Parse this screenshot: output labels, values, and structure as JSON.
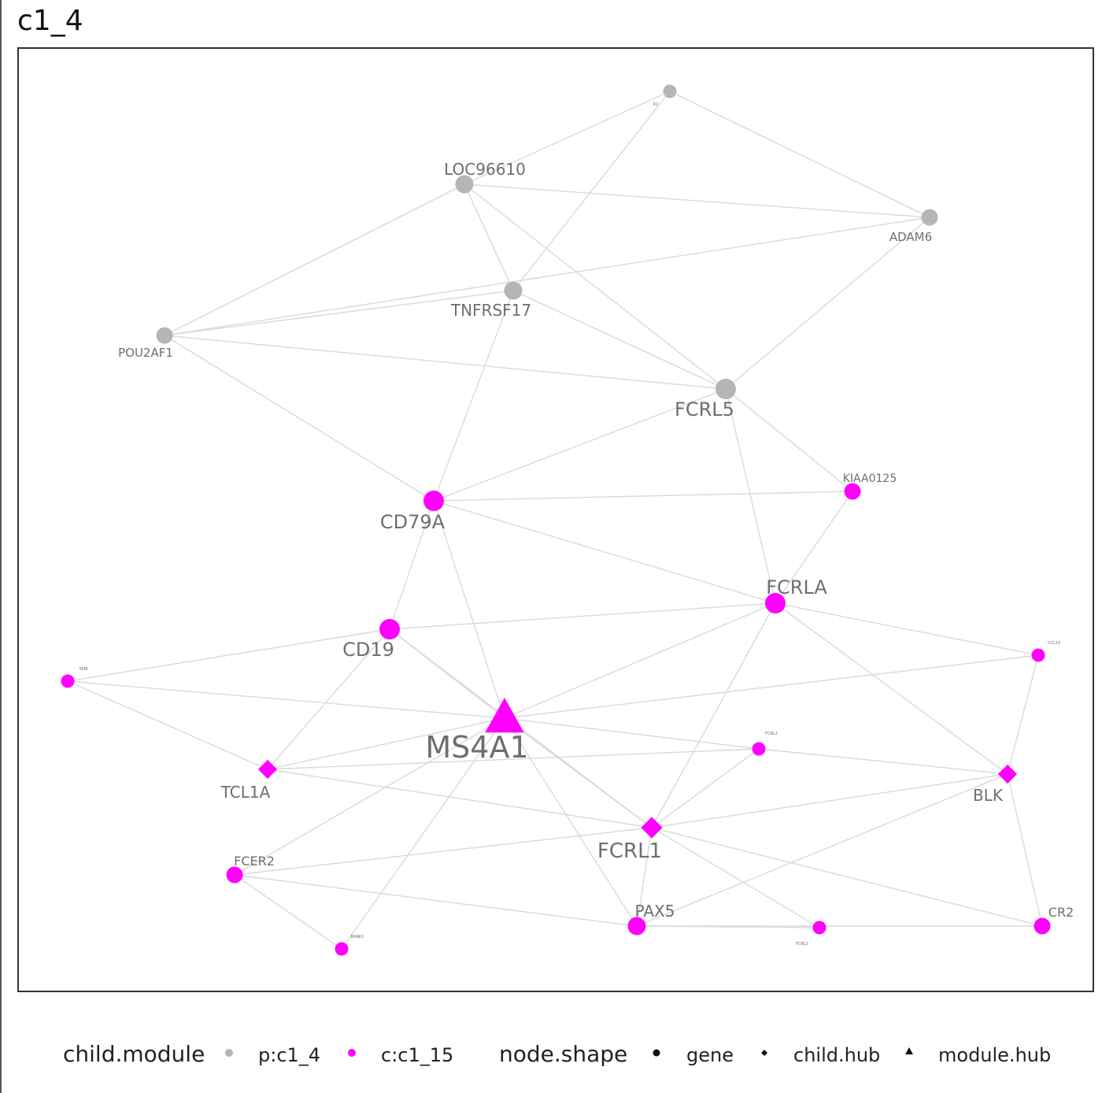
{
  "title": "c1_4",
  "colors": {
    "parent": "#b5b5b5",
    "child": "#ff00ff",
    "edge": "#d9d9d9",
    "label": "#6e6e6e",
    "panel_border": "#333333"
  },
  "nodes": [
    {
      "id": "n_top",
      "label": "R2",
      "module": "p:c1_4",
      "shape": "gene",
      "size": "tiny"
    },
    {
      "id": "LOC96610",
      "label": "LOC96610",
      "module": "p:c1_4",
      "shape": "gene",
      "size": "medium"
    },
    {
      "id": "ADAM6",
      "label": "ADAM6",
      "module": "p:c1_4",
      "shape": "gene",
      "size": "small"
    },
    {
      "id": "TNFRSF17",
      "label": "TNFRSF17",
      "module": "p:c1_4",
      "shape": "gene",
      "size": "medium"
    },
    {
      "id": "POU2AF1",
      "label": "POU2AF1",
      "module": "p:c1_4",
      "shape": "gene",
      "size": "small"
    },
    {
      "id": "FCRL5",
      "label": "FCRL5",
      "module": "p:c1_4",
      "shape": "gene",
      "size": "large"
    },
    {
      "id": "KIAA0125",
      "label": "KIAA0125",
      "module": "c:c1_15",
      "shape": "gene",
      "size": "small"
    },
    {
      "id": "CD79A",
      "label": "CD79A",
      "module": "c:c1_15",
      "shape": "gene",
      "size": "large"
    },
    {
      "id": "FCRLA",
      "label": "FCRLA",
      "module": "c:c1_15",
      "shape": "gene",
      "size": "large"
    },
    {
      "id": "CD19",
      "label": "CD19",
      "module": "c:c1_15",
      "shape": "gene",
      "size": "large"
    },
    {
      "id": "n_left",
      "label": "SPIB",
      "module": "c:c1_15",
      "shape": "gene",
      "size": "tiny"
    },
    {
      "id": "n_right",
      "label": "CCL19",
      "module": "c:c1_15",
      "shape": "gene",
      "size": "tiny"
    },
    {
      "id": "MS4A1",
      "label": "MS4A1",
      "module": "c:c1_15",
      "shape": "module.hub",
      "size": "xlarge"
    },
    {
      "id": "n_mid",
      "label": "FCRL2",
      "module": "c:c1_15",
      "shape": "gene",
      "size": "tiny"
    },
    {
      "id": "TCL1A",
      "label": "TCL1A",
      "module": "c:c1_15",
      "shape": "child.hub",
      "size": "medium"
    },
    {
      "id": "BLK",
      "label": "BLK",
      "module": "c:c1_15",
      "shape": "child.hub",
      "size": "medium"
    },
    {
      "id": "FCRL1",
      "label": "FCRL1",
      "module": "c:c1_15",
      "shape": "child.hub",
      "size": "large"
    },
    {
      "id": "FCER2",
      "label": "FCER2",
      "module": "c:c1_15",
      "shape": "gene",
      "size": "small"
    },
    {
      "id": "PAX5",
      "label": "PAX5",
      "module": "c:c1_15",
      "shape": "gene",
      "size": "medium"
    },
    {
      "id": "n_bot1",
      "label": "BANK1",
      "module": "c:c1_15",
      "shape": "gene",
      "size": "tiny"
    },
    {
      "id": "n_bot2",
      "label": "FCRL3",
      "module": "c:c1_15",
      "shape": "gene",
      "size": "tiny"
    },
    {
      "id": "CR2",
      "label": "CR2",
      "module": "c:c1_15",
      "shape": "gene",
      "size": "small"
    }
  ],
  "edges": [
    [
      "n_top",
      "LOC96610"
    ],
    [
      "n_top",
      "ADAM6"
    ],
    [
      "n_top",
      "TNFRSF17"
    ],
    [
      "LOC96610",
      "ADAM6"
    ],
    [
      "LOC96610",
      "TNFRSF17"
    ],
    [
      "LOC96610",
      "POU2AF1"
    ],
    [
      "LOC96610",
      "FCRL5"
    ],
    [
      "ADAM6",
      "POU2AF1"
    ],
    [
      "ADAM6",
      "FCRL5"
    ],
    [
      "TNFRSF17",
      "POU2AF1"
    ],
    [
      "TNFRSF17",
      "FCRL5"
    ],
    [
      "TNFRSF17",
      "CD79A"
    ],
    [
      "POU2AF1",
      "FCRL5"
    ],
    [
      "POU2AF1",
      "CD79A"
    ],
    [
      "FCRL5",
      "CD79A"
    ],
    [
      "FCRL5",
      "KIAA0125"
    ],
    [
      "FCRL5",
      "FCRLA"
    ],
    [
      "CD79A",
      "KIAA0125"
    ],
    [
      "CD79A",
      "FCRLA"
    ],
    [
      "CD79A",
      "CD19"
    ],
    [
      "CD79A",
      "MS4A1"
    ],
    [
      "KIAA0125",
      "FCRLA"
    ],
    [
      "FCRLA",
      "CD19"
    ],
    [
      "FCRLA",
      "MS4A1"
    ],
    [
      "FCRLA",
      "BLK"
    ],
    [
      "FCRLA",
      "FCRL1"
    ],
    [
      "FCRLA",
      "n_right"
    ],
    [
      "CD19",
      "n_left"
    ],
    [
      "CD19",
      "MS4A1"
    ],
    [
      "CD19",
      "TCL1A"
    ],
    [
      "CD19",
      "FCRL1"
    ],
    [
      "n_left",
      "MS4A1"
    ],
    [
      "n_left",
      "TCL1A"
    ],
    [
      "n_right",
      "MS4A1"
    ],
    [
      "n_right",
      "BLK"
    ],
    [
      "MS4A1",
      "n_mid"
    ],
    [
      "MS4A1",
      "TCL1A"
    ],
    [
      "MS4A1",
      "FCRL1"
    ],
    [
      "MS4A1",
      "PAX5"
    ],
    [
      "MS4A1",
      "FCER2"
    ],
    [
      "MS4A1",
      "n_bot1"
    ],
    [
      "TCL1A",
      "n_mid"
    ],
    [
      "TCL1A",
      "FCRL1"
    ],
    [
      "n_mid",
      "BLK"
    ],
    [
      "n_mid",
      "FCRL1"
    ],
    [
      "BLK",
      "FCRL1"
    ],
    [
      "BLK",
      "PAX5"
    ],
    [
      "BLK",
      "CR2"
    ],
    [
      "FCRL1",
      "FCER2"
    ],
    [
      "FCRL1",
      "PAX5"
    ],
    [
      "FCRL1",
      "n_bot2"
    ],
    [
      "FCRL1",
      "CR2"
    ],
    [
      "FCER2",
      "PAX5"
    ],
    [
      "FCER2",
      "n_bot1"
    ],
    [
      "PAX5",
      "n_bot2"
    ],
    [
      "PAX5",
      "CR2"
    ]
  ],
  "legend": {
    "module_title": "child.module",
    "module_items": [
      {
        "label": "p:c1_4",
        "key": "parent"
      },
      {
        "label": "c:c1_15",
        "key": "child"
      }
    ],
    "shape_title": "node.shape",
    "shape_items": [
      {
        "label": "gene",
        "shape": "circle"
      },
      {
        "label": "child.hub",
        "shape": "diamond"
      },
      {
        "label": "module.hub",
        "shape": "triangle"
      }
    ]
  }
}
